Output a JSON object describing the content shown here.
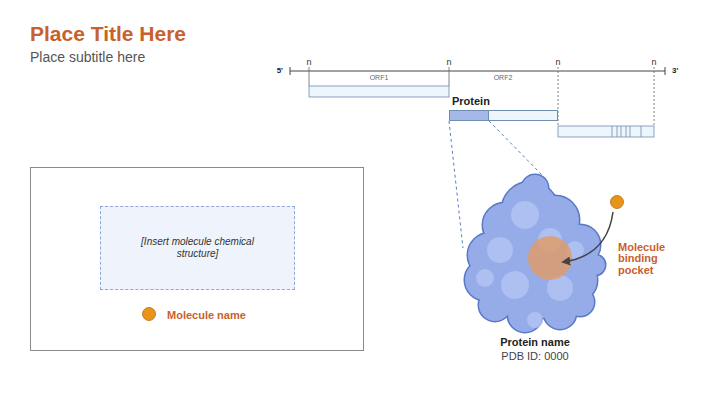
{
  "diagram": {
    "title": "Place Title Here",
    "nodes": [
      {
        "text": [
          "Protein"
        ]
      },
      {
        "text": [
          "Molecule name"
        ]
      },
      {
        "text": [
          "[Insert molecule chemical structure]"
        ],
        "in": 1
      },
      {
        "text": [
          "Protein name",
          "PDB ID: 0000"
        ]
      }
    ],
    "edges": [
      {
        "from": 0,
        "to": 3,
        "arrow": "none"
      },
      {
        "from": 0,
        "to": 3,
        "arrow": "none"
      }
    ],
    "labels": [
      "Place subtitle here",
      "n",
      "n",
      "n",
      "n",
      "5'",
      "3'",
      "ORF1",
      "ORF2",
      "Molecule binding pocket"
    ]
  }
}
